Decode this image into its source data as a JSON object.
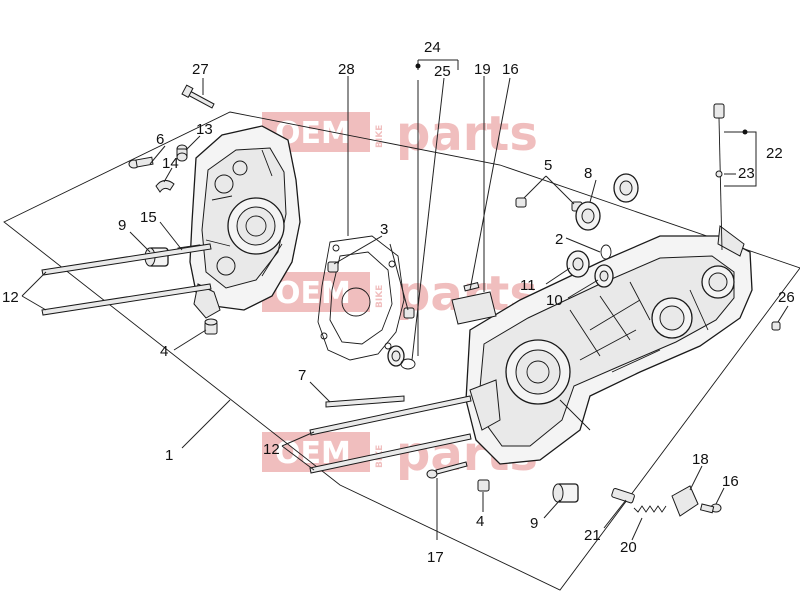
{
  "watermark": {
    "brand_left": "OEM",
    "brand_small": "BIKE",
    "brand_right": "parts",
    "color": "#e06666"
  },
  "callouts": [
    "1",
    "2",
    "3",
    "4",
    "4",
    "5",
    "6",
    "7",
    "8",
    "9",
    "9",
    "10",
    "11",
    "12",
    "12",
    "13",
    "14",
    "15",
    "16",
    "16",
    "17",
    "18",
    "19",
    "20",
    "21",
    "22",
    "23",
    "24",
    "25",
    "26",
    "27",
    "28"
  ]
}
